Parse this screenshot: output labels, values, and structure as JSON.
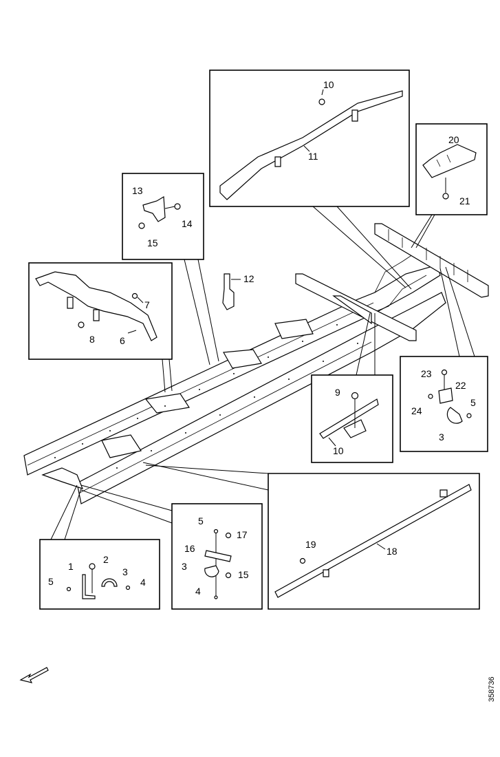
{
  "drawing_code": "358736",
  "callouts": {
    "box_top": {
      "n10": "10",
      "n11": "11"
    },
    "box_right_top": {
      "n20": "20",
      "n21": "21"
    },
    "box_bracket": {
      "n13": "13",
      "n14": "14",
      "n15": "15"
    },
    "frame_callout": {
      "n12": "12"
    },
    "box_left": {
      "n7": "7",
      "n8": "8",
      "n6": "6"
    },
    "box_mid": {
      "n9": "9",
      "n10": "10"
    },
    "box_right_clamp": {
      "n23": "23",
      "n22": "22",
      "n24": "24",
      "n5": "5",
      "n3": "3"
    },
    "box_bottom_left": {
      "n1": "1",
      "n2": "2",
      "n3": "3",
      "n5": "5",
      "n4": "4"
    },
    "box_bottom_mid": {
      "n5": "5",
      "n17": "17",
      "n16": "16",
      "n3": "3",
      "n15": "15",
      "n4": "4"
    },
    "box_bottom_right": {
      "n19": "19",
      "n18": "18"
    }
  },
  "icons": {
    "direction": "forward-arrow-icon"
  }
}
